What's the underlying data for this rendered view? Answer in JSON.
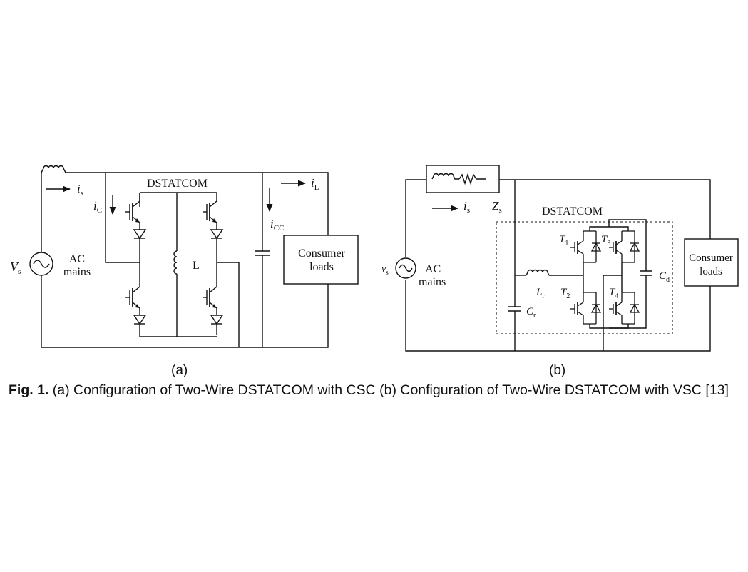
{
  "diagram_a": {
    "label_is": "i",
    "label_is_sub": "s",
    "label_ic": "i",
    "label_ic_sub": "C",
    "title": "DSTATCOM",
    "label_il": "i",
    "label_il_sub": "L",
    "label_icc": "i",
    "label_icc_sub": "CC",
    "label_vs": "V",
    "label_vs_sub": "s",
    "ac_line1": "AC",
    "ac_line2": "mains",
    "inductor_label": "L",
    "load_line1": "Consumer",
    "load_line2": "loads"
  },
  "diagram_b": {
    "label_is": "i",
    "label_is_sub": "s",
    "label_zs": "Z",
    "label_zs_sub": "s",
    "title": "DSTATCOM",
    "label_vs": "v",
    "label_vs_sub": "s",
    "ac_line1": "AC",
    "ac_line2": "mains",
    "label_lr": "L",
    "label_lr_sub": "r",
    "label_cr": "C",
    "label_cr_sub": "r",
    "label_t1": "T",
    "label_t1_sub": "1",
    "label_t2": "T",
    "label_t2_sub": "2",
    "label_t3": "T",
    "label_t3_sub": "3",
    "label_t4": "T",
    "label_t4_sub": "4",
    "label_cd": "C",
    "label_cd_sub": "d",
    "load_line1": "Consumer",
    "load_line2": "loads"
  },
  "sublabels": {
    "a": "(a)",
    "b": "(b)"
  },
  "caption": {
    "prefix": "Fig. 1.",
    "text": " (a) Configuration of Two-Wire DSTATCOM with CSC (b) Configuration of Two-Wire DSTATCOM with VSC [13]"
  }
}
